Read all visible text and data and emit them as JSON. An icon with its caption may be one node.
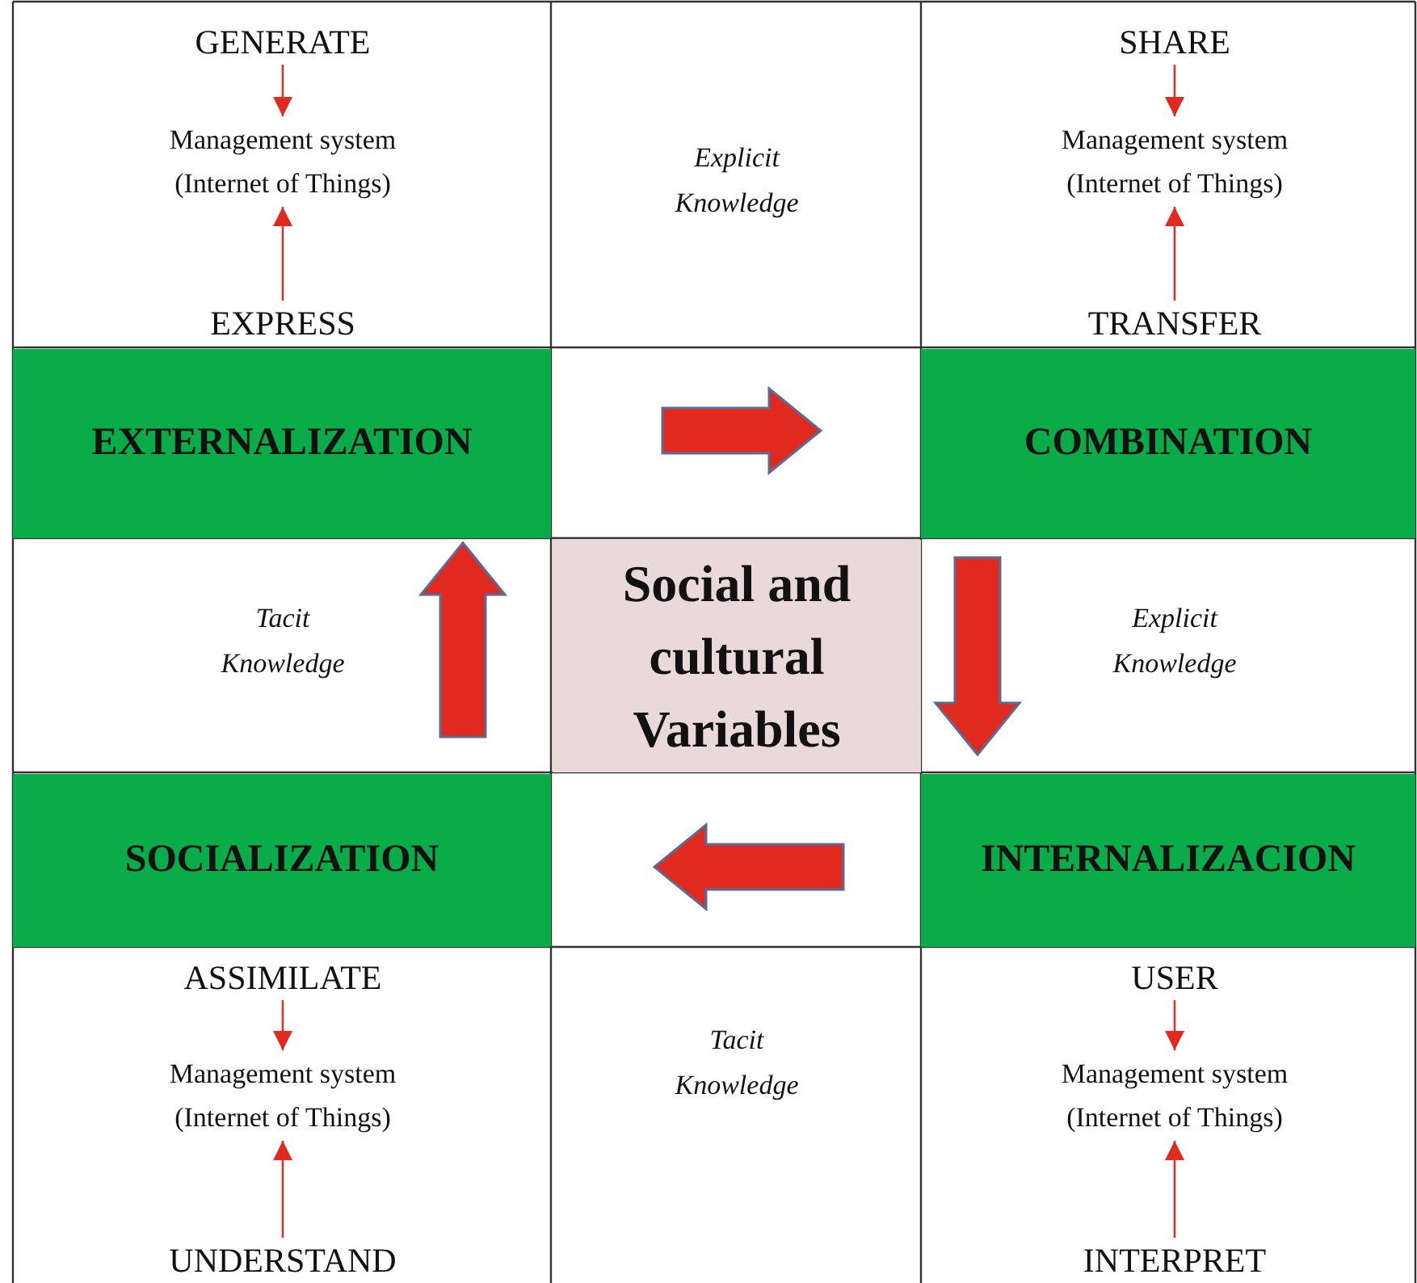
{
  "diagram": {
    "nodes": [
      {
        "text": [
          "GENERATE"
        ]
      },
      {
        "text": [
          "Management system (Internet of Things)"
        ]
      },
      {
        "text": [
          "SHARE"
        ]
      },
      {
        "text": [
          "Management system (Internet of Things)"
        ]
      },
      {
        "text": [
          "EXPRESS"
        ]
      },
      {
        "text": [
          "TRANSFER"
        ]
      },
      {
        "text": [
          "EXTERNALIZATION"
        ]
      },
      {
        "text": [
          "COMBINATION"
        ]
      },
      {
        "text": [
          "Social and cultural Variables"
        ]
      },
      {
        "text": [
          "SOCIALIZATION"
        ]
      },
      {
        "text": [
          "INTERNALIZACION"
        ]
      },
      {
        "text": [
          "ASSIMILATE"
        ]
      },
      {
        "text": [
          "USER"
        ]
      },
      {
        "text": [
          "Management system (Internet of Things)"
        ]
      },
      {
        "text": [
          "Management system (Internet of Things)"
        ]
      },
      {
        "text": [
          "UNDERSTAND"
        ]
      },
      {
        "text": [
          "INTERPRET"
        ]
      }
    ],
    "edges": [
      {
        "from": 0,
        "to": 1,
        "arrow": "to"
      },
      {
        "from": 4,
        "to": 1,
        "arrow": "to"
      },
      {
        "from": 2,
        "to": 3,
        "arrow": "to"
      },
      {
        "from": 5,
        "to": 3,
        "arrow": "to"
      },
      {
        "from": 11,
        "to": 13,
        "arrow": "to"
      },
      {
        "from": 15,
        "to": 13,
        "arrow": "to"
      },
      {
        "from": 12,
        "to": 14,
        "arrow": "to"
      },
      {
        "from": 16,
        "to": 14,
        "arrow": "to"
      },
      {
        "from": 6,
        "to": 7,
        "arrow": "to",
        "style": "thick"
      },
      {
        "from": 7,
        "to": 10,
        "arrow": "to",
        "style": "thick"
      },
      {
        "from": 10,
        "to": 9,
        "arrow": "to",
        "style": "thick"
      },
      {
        "from": 9,
        "to": 6,
        "arrow": "to",
        "style": "thick"
      }
    ],
    "labels": [
      "Explicit Knowledge",
      "Tacit Knowledge",
      "Explicit Knowledge",
      "Tacit Knowledge"
    ]
  }
}
